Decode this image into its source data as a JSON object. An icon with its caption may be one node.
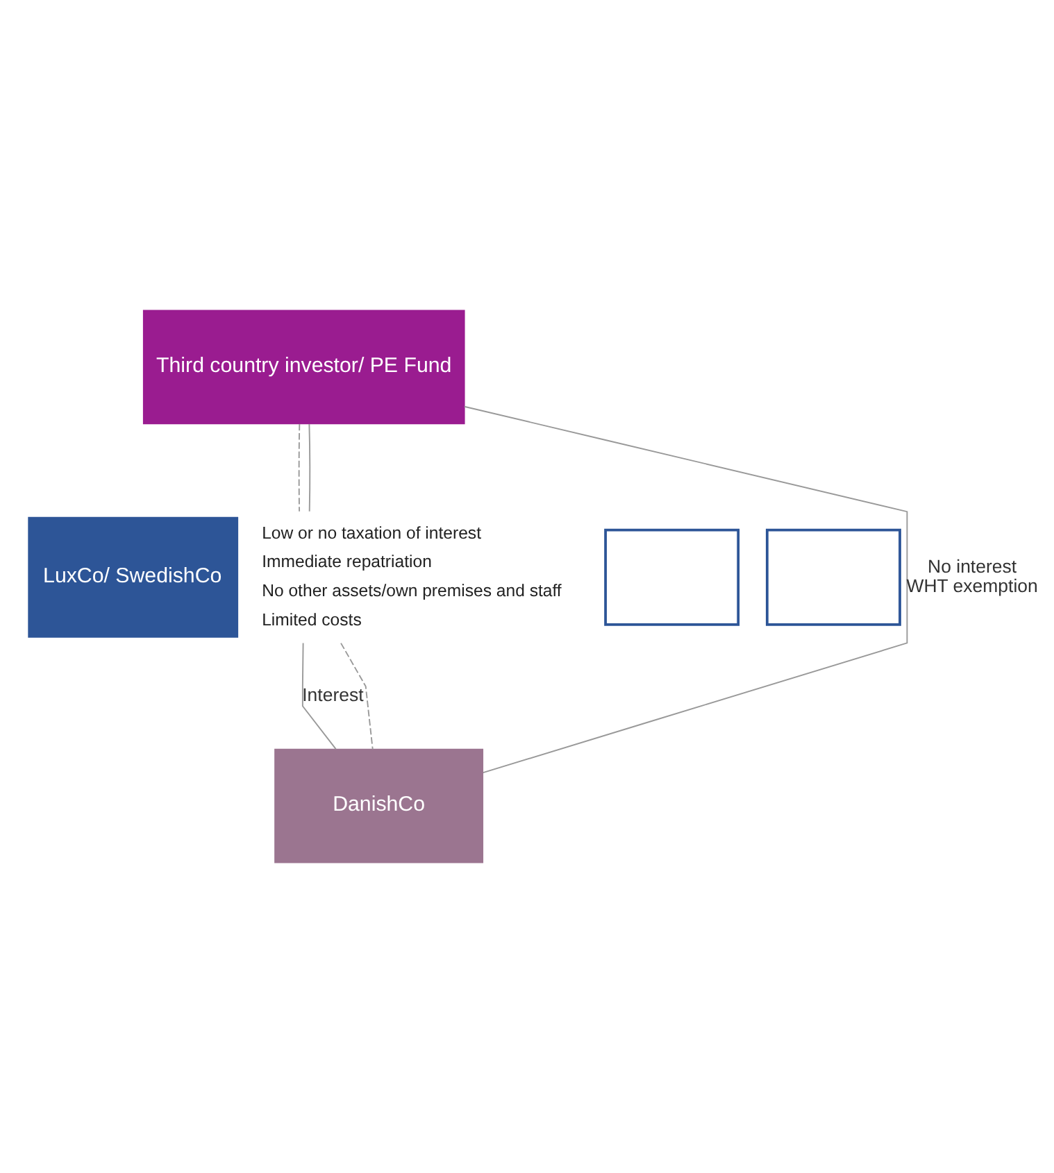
{
  "diagram": {
    "nodes": [
      {
        "text": [
          "Third country investor/ PE Fund"
        ]
      },
      {
        "text": [],
        "shape": "box"
      },
      {
        "text": [],
        "shape": "box"
      },
      {
        "text": [
          "LuxCo/ SwedishCo"
        ],
        "beside": [
          "Low or no taxation of interest",
          "Immediate repatriation",
          "No other assets/own premises and staff",
          "Limited costs"
        ]
      },
      {
        "text": [
          "DanishCo"
        ]
      }
    ],
    "edges": [
      {
        "from": 0,
        "to": 3,
        "arrow": "none",
        "style": "dashed"
      },
      {
        "from": 0,
        "to": 3,
        "arrow": "none"
      },
      {
        "from": 3,
        "to": 4,
        "arrow": "none",
        "style": "dashed"
      },
      {
        "from": 3,
        "to": 4,
        "arrow": "none",
        "label": "Interest"
      },
      {
        "from": 0,
        "to": 4,
        "arrow": "none",
        "label": "No interest WHT exemption"
      }
    ]
  }
}
